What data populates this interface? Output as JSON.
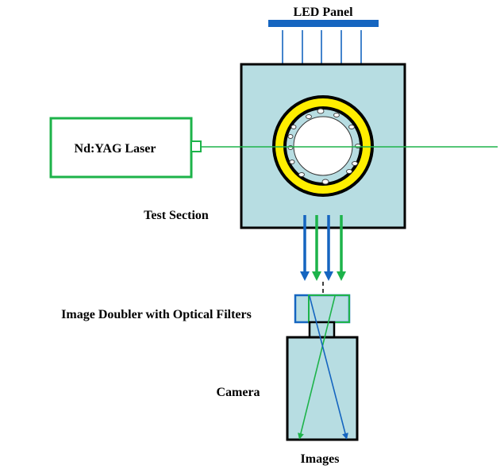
{
  "labels": {
    "led_panel": "LED Panel",
    "laser": "Nd:YAG Laser",
    "test_section": "Test Section",
    "image_doubler": "Image Doubler with Optical Filters",
    "camera": "Camera",
    "images": "Images"
  },
  "colors": {
    "blue": "#1565c0",
    "green": "#1db34a",
    "box_fill": "#b7dde2",
    "yellow": "#ffee00",
    "outline": "#000000"
  }
}
